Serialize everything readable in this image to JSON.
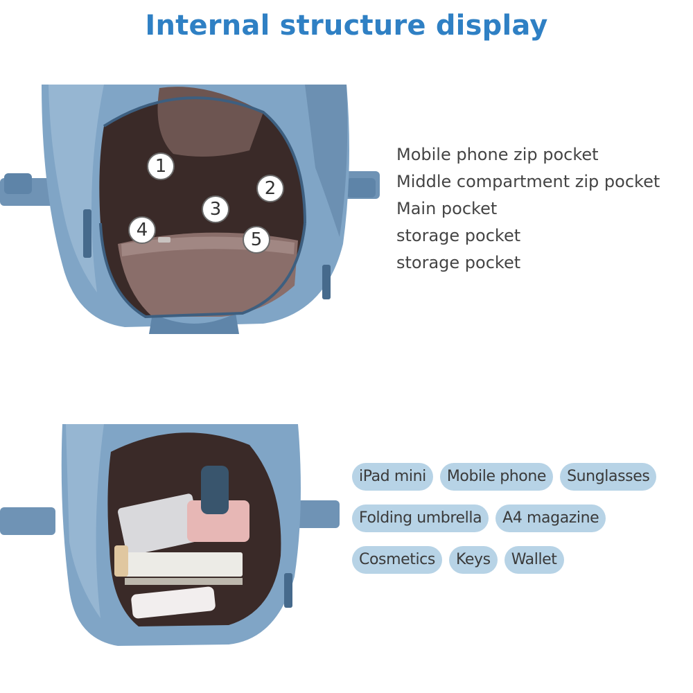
{
  "header": {
    "title": "Internal structure display"
  },
  "structure_photo": {
    "markers": [
      "1",
      "2",
      "3",
      "4",
      "5"
    ]
  },
  "pockets": [
    "Mobile phone zip pocket",
    "Middle compartment zip pocket",
    "Main pocket",
    "storage pocket",
    "storage pocket"
  ],
  "capacity_tags": {
    "rows": [
      [
        "iPad mini",
        "Mobile phone",
        "Sunglasses"
      ],
      [
        "Folding umbrella",
        "A4 magazine"
      ],
      [
        "Cosmetics",
        "Keys",
        "Wallet"
      ]
    ]
  },
  "colors": {
    "title": "#2f80c4",
    "bag": "#7fa3c4",
    "lining": "#8a6e6a",
    "tag_bg": "#b7d3e6"
  }
}
